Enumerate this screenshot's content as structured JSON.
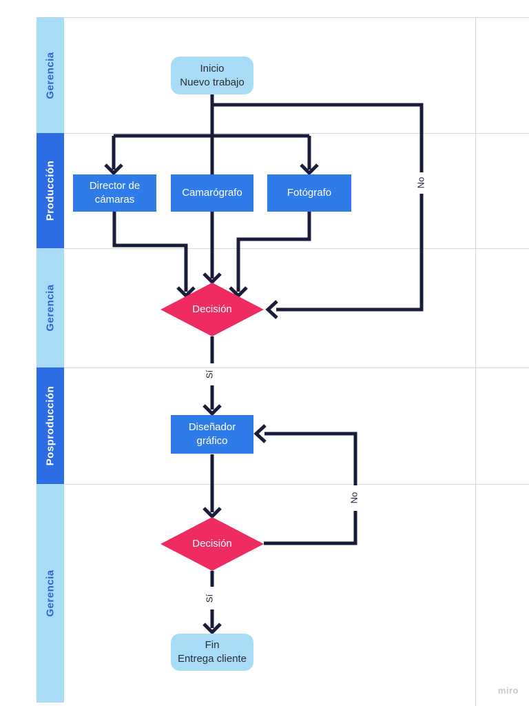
{
  "diagram": {
    "lanes": [
      {
        "label": "Gerencia",
        "variant": "light"
      },
      {
        "label": "Producción",
        "variant": "dark"
      },
      {
        "label": "Gerencia",
        "variant": "light"
      },
      {
        "label": "Posproducción",
        "variant": "dark"
      },
      {
        "label": "Gerencia",
        "variant": "light"
      }
    ],
    "nodes": {
      "inicio": {
        "type": "terminator",
        "line1": "Inicio",
        "line2": "Nuevo trabajo"
      },
      "director": {
        "type": "process",
        "line1": "Director de",
        "line2": "cámaras"
      },
      "camarografo": {
        "type": "process",
        "label": "Camarógrafo"
      },
      "fotografo": {
        "type": "process",
        "label": "Fotógrafo"
      },
      "decision1": {
        "type": "decision",
        "label": "Decisión"
      },
      "disenador": {
        "type": "process",
        "line1": "Diseñador",
        "line2": "gráfico"
      },
      "decision2": {
        "type": "decision",
        "label": "Decisión"
      },
      "fin": {
        "type": "terminator",
        "line1": "Fin",
        "line2": "Entrega cliente"
      }
    },
    "edge_labels": {
      "decision1_no": "No",
      "decision1_si": "Sí",
      "decision2_no": "No",
      "decision2_si": "Sí"
    },
    "watermark": "miro",
    "colors": {
      "lane_light": "#a8dcf6",
      "lane_dark": "#2c6de4",
      "process_fill": "#2f7ce9",
      "decision_fill": "#ee2c62",
      "terminator_fill": "#a8dcf6",
      "connector": "#1a1c3c",
      "lane_label_light_text": "#2f63d2",
      "gridline": "#d8d8da"
    }
  }
}
